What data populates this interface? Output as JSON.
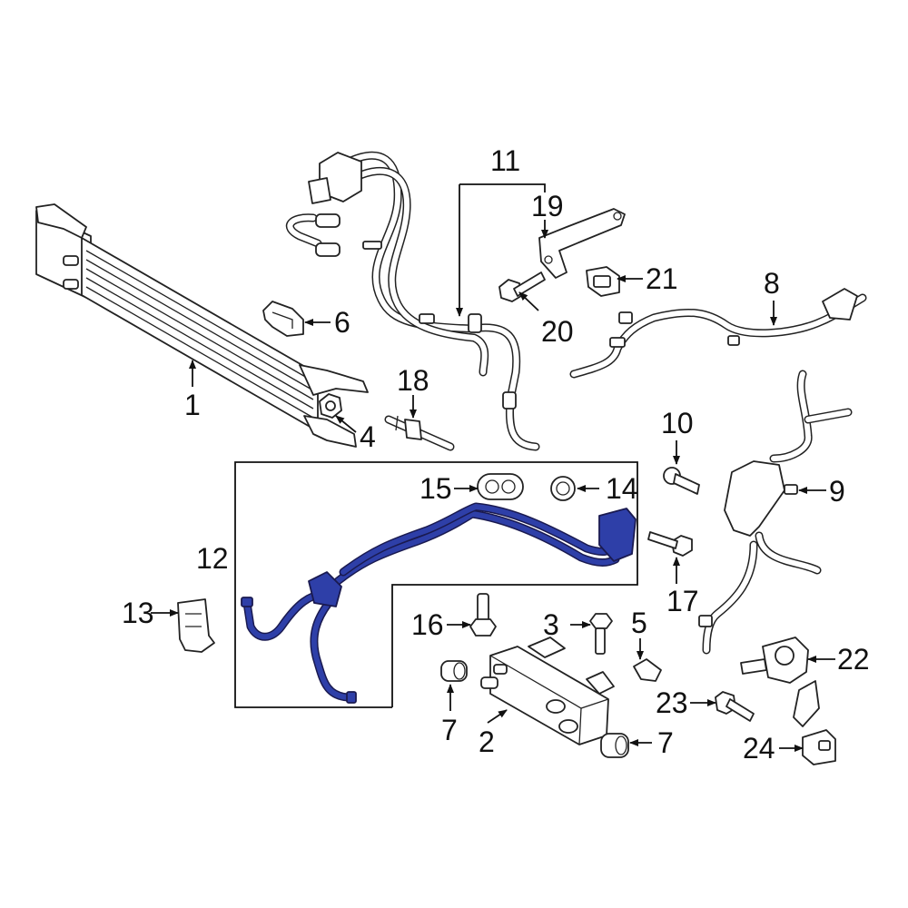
{
  "callouts": {
    "c1": "1",
    "c2": "2",
    "c3": "3",
    "c4": "4",
    "c5": "5",
    "c6": "6",
    "c7a": "7",
    "c7b": "7",
    "c8": "8",
    "c9": "9",
    "c10": "10",
    "c11": "11",
    "c12": "12",
    "c13": "13",
    "c14": "14",
    "c15": "15",
    "c16": "16",
    "c17": "17",
    "c18": "18",
    "c19": "19",
    "c20": "20",
    "c21": "21",
    "c22": "22",
    "c23": "23",
    "c24": "24"
  },
  "colors": {
    "highlight": "#2e3fa8",
    "line": "#222222",
    "background": "#ffffff"
  }
}
